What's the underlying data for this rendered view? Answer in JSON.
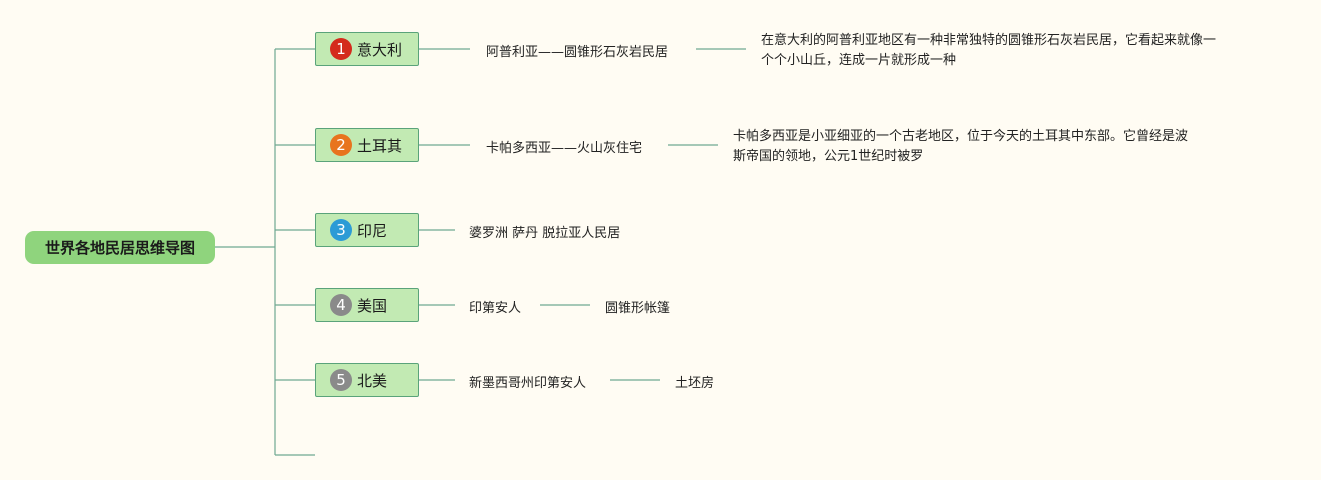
{
  "root": {
    "title": "世界各地民居思维导图"
  },
  "branches": [
    {
      "number": "1",
      "label": "意大利",
      "color": "#d42b1c",
      "child": "阿普利亚——圆锥形石灰岩民居",
      "note_line1": "在意大利的阿普利亚地区有一种非常独特的圆锥形石灰岩民居，它看起来就像一",
      "note_line2": "个个小山丘，连成一片就形成一种"
    },
    {
      "number": "2",
      "label": "土耳其",
      "color": "#e8741e",
      "child": "卡帕多西亚——火山灰住宅",
      "note_line1": "卡帕多西亚是小亚细亚的一个古老地区，位于今天的土耳其中东部。它曾经是波",
      "note_line2": "斯帝国的领地，公元1世纪时被罗"
    },
    {
      "number": "3",
      "label": "印尼",
      "color": "#2c9bd6",
      "child": "婆罗洲 萨丹 脱拉亚人民居"
    },
    {
      "number": "4",
      "label": "美国",
      "color": "#8a8a8a",
      "child": "印第安人",
      "grandchild": "圆锥形帐篷"
    },
    {
      "number": "5",
      "label": "北美",
      "color": "#8a8a8a",
      "child": "新墨西哥州印第安人",
      "grandchild": "土坯房"
    }
  ],
  "colors": {
    "line": "#6fa892",
    "branch_fill": "#c2eab3",
    "root_fill": "#8fd47d"
  }
}
